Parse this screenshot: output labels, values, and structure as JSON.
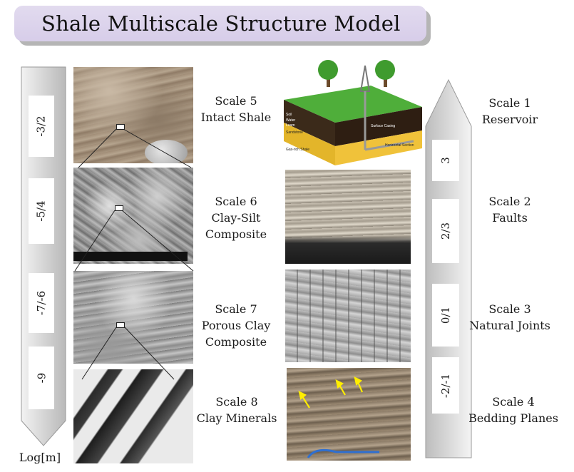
{
  "title": "Shale Multiscale Structure Model",
  "colors": {
    "title_fill": "#dcd3ec",
    "arrow_dark": "#bdbdbd",
    "arrow_light": "#f2f2f2",
    "annotation_arrow": "#ffee00"
  },
  "left_axis": {
    "unit_label": "Log[m]",
    "boxes": [
      "-3/2",
      "-5/4",
      "-7/-6",
      "-9"
    ]
  },
  "right_axis": {
    "boxes": [
      "3",
      "2/3",
      "0/1",
      "-2/-1"
    ]
  },
  "left_scales": [
    {
      "line1": "Scale 5",
      "line2": "Intact Shale",
      "line3": ""
    },
    {
      "line1": "Scale 6",
      "line2": "Clay-Silt",
      "line3": "Composite"
    },
    {
      "line1": "Scale 7",
      "line2": "Porous Clay",
      "line3": "Composite"
    },
    {
      "line1": "Scale 8",
      "line2": "Clay Minerals",
      "line3": ""
    }
  ],
  "right_scales": [
    {
      "line1": "Scale 1",
      "line2": "Reservoir"
    },
    {
      "line1": "Scale 2",
      "line2": "Faults"
    },
    {
      "line1": "Scale 3",
      "line2": "Natural Joints"
    },
    {
      "line1": "Scale 4",
      "line2": "Bedding Planes"
    }
  ],
  "reservoir_diagram": {
    "layers": [
      "Soil",
      "Water",
      "Loam",
      "Sandstone",
      "Gas-rich Shale"
    ],
    "labels": [
      "Surface Casing",
      "Horizontal Section"
    ]
  }
}
